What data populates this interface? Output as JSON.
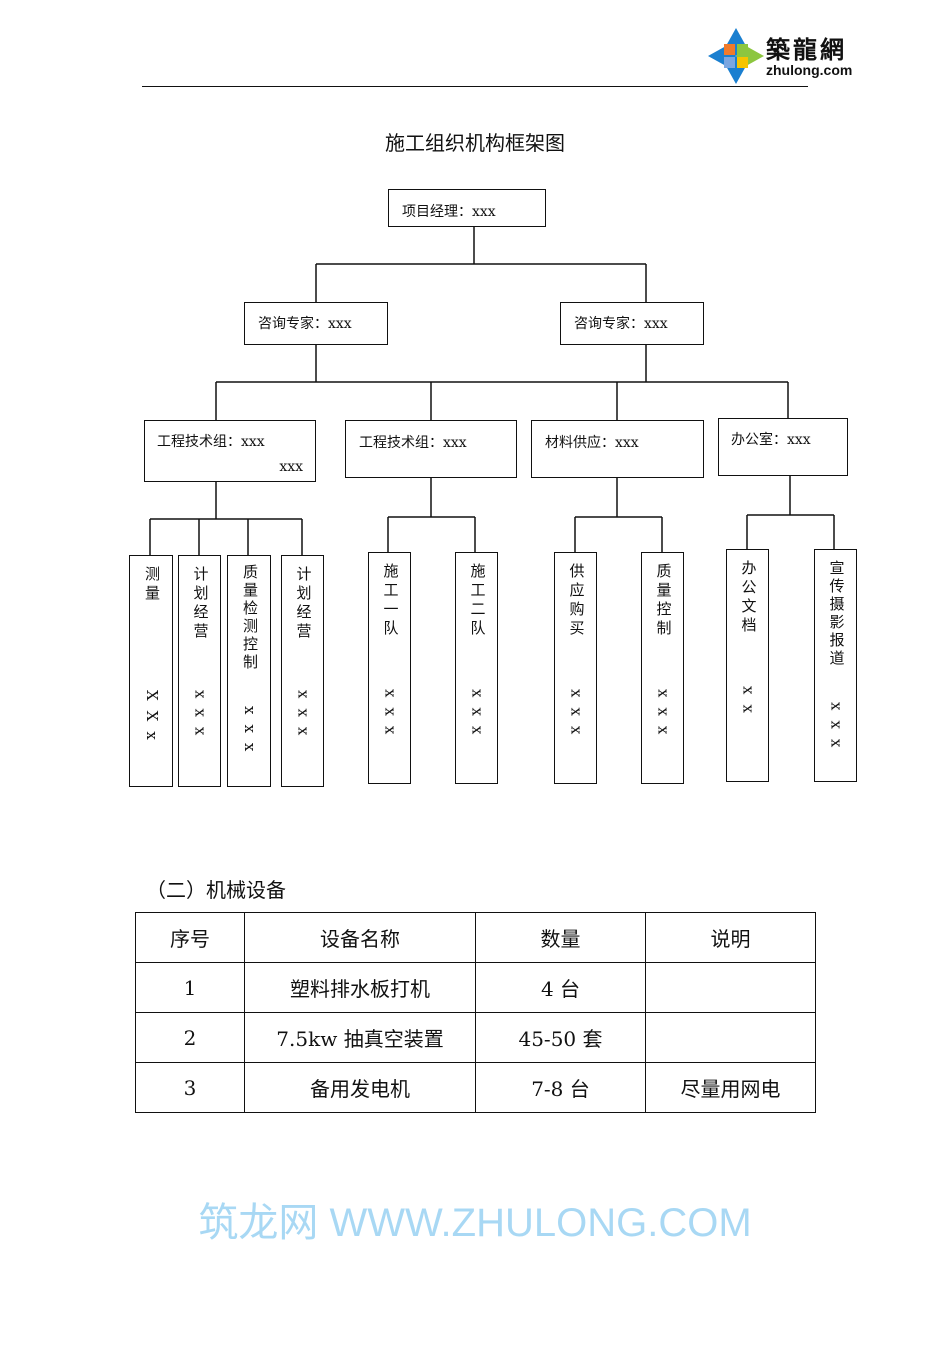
{
  "logo": {
    "cn": "築龍網",
    "en": "zhulong.com"
  },
  "watermark": "筑龙网 WWW.ZHULONG.COM",
  "title": "施工组织机构框架图",
  "org": {
    "pm": "项目经理：xxx",
    "consultants": [
      "咨询专家：xxx",
      "咨询专家：xxx"
    ],
    "groups": [
      {
        "label": "工程技术组：xxx",
        "extra": "xxx",
        "units": [
          {
            "name": "测量",
            "staff": "XXx"
          },
          {
            "name": "计划经营",
            "staff": "xxx"
          },
          {
            "name": "质量检测控制",
            "staff": "xxx"
          },
          {
            "name": "计划经营",
            "staff": "xxx"
          }
        ]
      },
      {
        "label": "工程技术组：xxx",
        "units": [
          {
            "name": "施工一队",
            "staff": "xxx"
          },
          {
            "name": "施工二队",
            "staff": "xxx"
          }
        ]
      },
      {
        "label": "材料供应：xxx",
        "units": [
          {
            "name": "供应购买",
            "staff": "xxx"
          },
          {
            "name": "质量控制",
            "staff": "xxx"
          }
        ]
      },
      {
        "label": "办公室：xxx",
        "units": [
          {
            "name": "办公文档",
            "staff": "xx"
          },
          {
            "name": "宣传摄影报道",
            "staff": "xxx"
          }
        ]
      }
    ]
  },
  "section": "（二）机械设备",
  "table": {
    "headers": [
      "序号",
      "设备名称",
      "数量",
      "说明"
    ],
    "rows": [
      [
        "1",
        "塑料排水板打机",
        "4 台",
        ""
      ],
      [
        "2",
        "7.5kw 抽真空装置",
        "45-50 套",
        ""
      ],
      [
        "3",
        "备用发电机",
        "7-8 台",
        "尽量用网电"
      ]
    ]
  }
}
